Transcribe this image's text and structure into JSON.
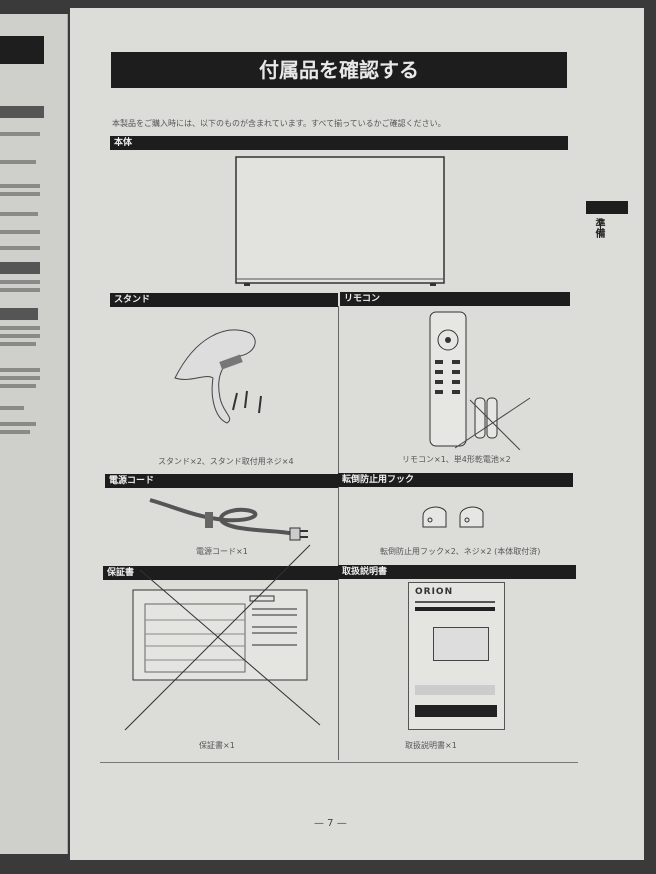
{
  "page": {
    "title": "付属品を確認する",
    "intro": "本製品をご購入時には、以下のものが含まれています。すべて揃っているかご確認ください。",
    "side_tab": "準備",
    "page_number": "— 7 —"
  },
  "sections": {
    "main_unit": {
      "heading": "本体"
    },
    "stand": {
      "heading": "スタンド",
      "caption": "スタンド×2、スタンド取付用ネジ×4"
    },
    "remote": {
      "heading": "リモコン",
      "caption": "リモコン×1、単4形乾電池×2"
    },
    "power_cord": {
      "heading": "電源コード",
      "caption": "電源コード×1"
    },
    "hook": {
      "heading": "転倒防止用フック",
      "caption": "転倒防止用フック×2、ネジ×2 (本体取付済)"
    },
    "warranty": {
      "heading": "保証書",
      "caption": "保証書×1"
    },
    "manual": {
      "heading": "取扱説明書",
      "caption": "取扱説明書×1",
      "brand": "ORION"
    }
  },
  "colors": {
    "paper": "#dcdcd8",
    "bar": "#1d1d1d",
    "background": "#3a3a3a"
  }
}
